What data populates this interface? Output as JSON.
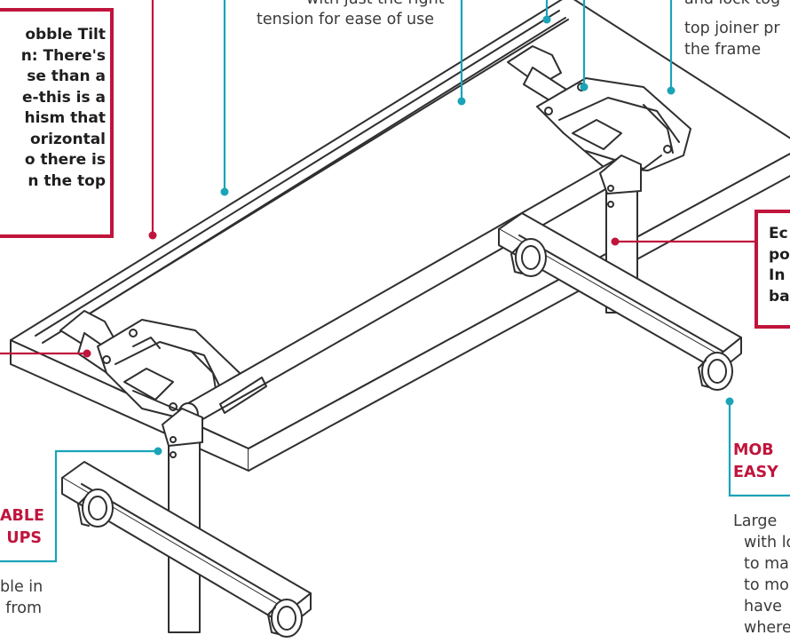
{
  "callouts": {
    "tilt_box": {
      "lines": [
        "obble Tilt",
        "n: There's",
        "se than a",
        "e-this is a",
        "hism that",
        "orizontal",
        "o there is",
        "n the top"
      ]
    },
    "tension_text": {
      "lines": [
        "with just the right",
        "tension for ease of use"
      ]
    },
    "joiner_text": {
      "lines": [
        "and lock tog",
        "top joiner pr",
        "the frame"
      ]
    },
    "eco_box": {
      "lines": [
        "Ec",
        "po",
        "In",
        "ba"
      ]
    },
    "mobile": {
      "heading_lines": [
        "MOB",
        "EASY"
      ],
      "body_lines": [
        "Large",
        "with lo",
        "to ma",
        "to mo",
        "have",
        "where"
      ]
    },
    "stackable": {
      "heading_lines": [
        "ABLE",
        "UPS"
      ],
      "body_lines": [
        "ble in",
        "from"
      ]
    }
  },
  "colors": {
    "accent_red": "#c0143c",
    "accent_teal": "#1ba3b8",
    "line": "#2f2f2f"
  }
}
